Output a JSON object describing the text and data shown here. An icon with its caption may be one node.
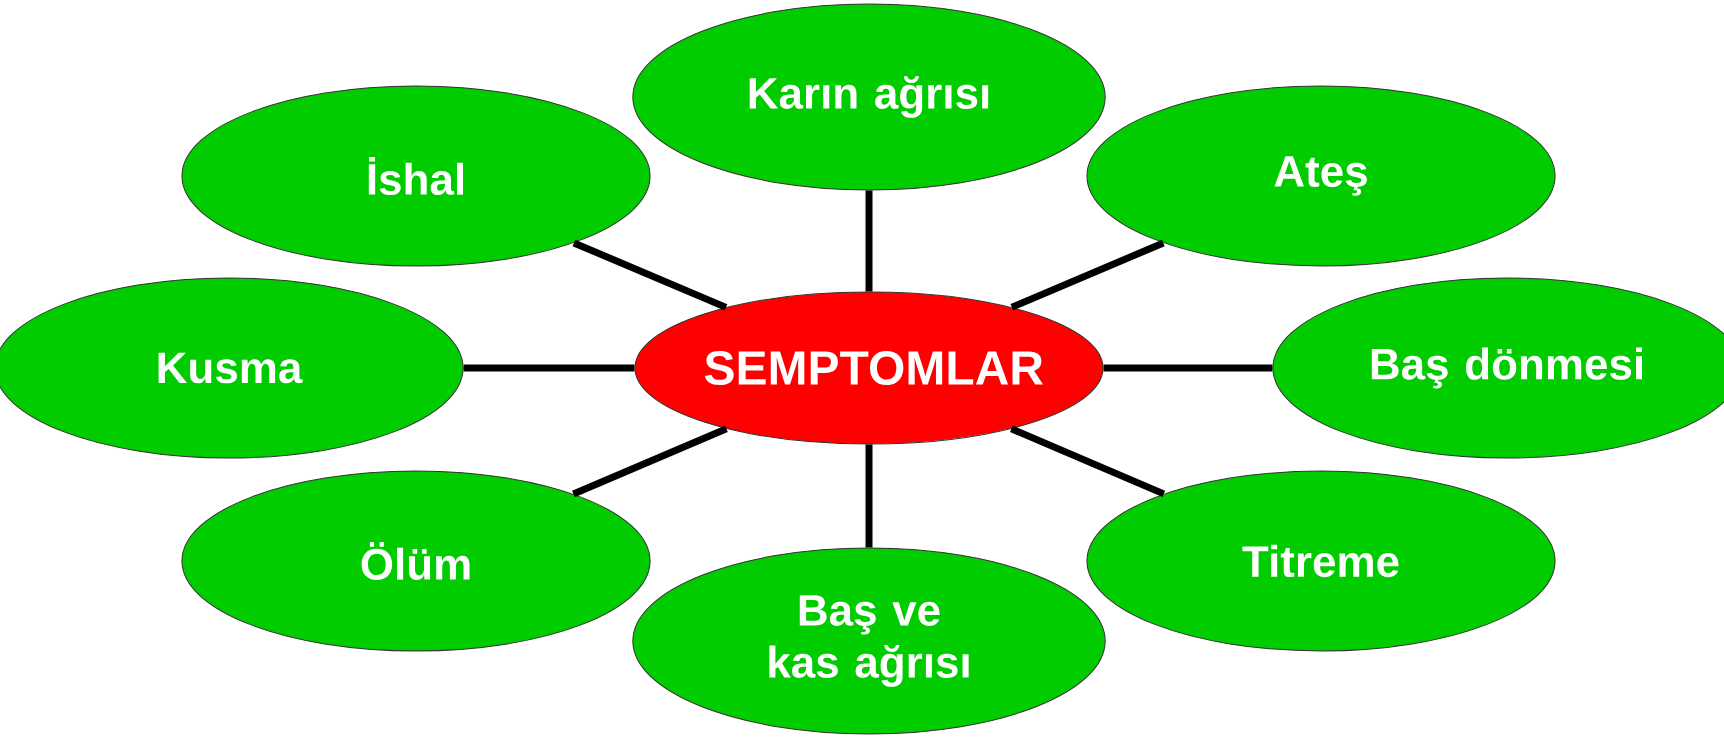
{
  "diagram": {
    "nodes": [
      {
        "text": [
          "Karın ağrısı"
        ]
      },
      {
        "text": [
          "İshal"
        ]
      },
      {
        "text": [
          "Ateş"
        ]
      },
      {
        "text": [
          "Kusma"
        ]
      },
      {
        "text": [
          "SEMPTOMLAR"
        ]
      },
      {
        "text": [
          "Baş dönmesi"
        ]
      },
      {
        "text": [
          "Ölüm"
        ]
      },
      {
        "text": [
          "Titreme"
        ]
      },
      {
        "text": [
          "Baş ve kas ağrısı"
        ]
      }
    ],
    "edges": [
      {
        "from": 4,
        "to": 0,
        "arrow": "none"
      },
      {
        "from": 4,
        "to": 1,
        "arrow": "none"
      },
      {
        "from": 4,
        "to": 2,
        "arrow": "none"
      },
      {
        "from": 4,
        "to": 3,
        "arrow": "none"
      },
      {
        "from": 4,
        "to": 5,
        "arrow": "none"
      },
      {
        "from": 4,
        "to": 6,
        "arrow": "none"
      },
      {
        "from": 4,
        "to": 7,
        "arrow": "none"
      },
      {
        "from": 4,
        "to": 8,
        "arrow": "none"
      }
    ]
  }
}
